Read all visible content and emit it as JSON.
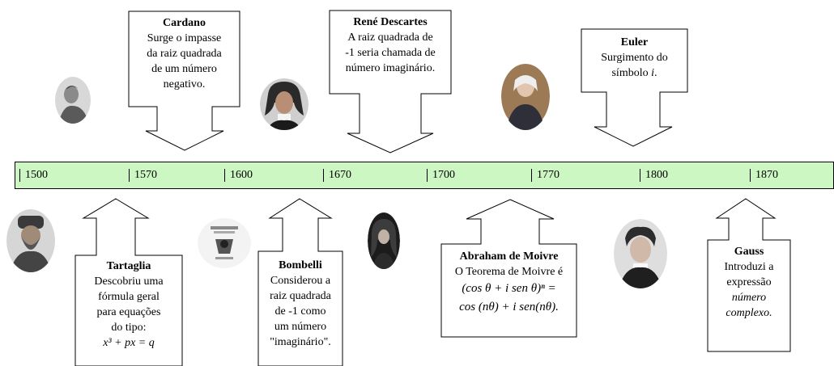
{
  "timeline": {
    "years": [
      "1500",
      "1570",
      "1600",
      "1670",
      "1700",
      "1770",
      "1800",
      "1870"
    ]
  },
  "callouts": {
    "cardano": {
      "title": "Cardano",
      "lines": [
        "Surge o impasse",
        "da raiz quadrada",
        "de um número",
        "negativo."
      ]
    },
    "descartes": {
      "title": "René Descartes",
      "lines": [
        "A raiz quadrada de",
        "-1 seria chamada de",
        "número imaginário."
      ]
    },
    "euler": {
      "title": "Euler",
      "line1": "Surgimento do",
      "line2_prefix": "símbolo ",
      "line2_symbol": "i",
      "line2_suffix": "."
    },
    "tartaglia": {
      "title": "Tartaglia",
      "lines": [
        "Descobriu uma",
        "fórmula geral",
        "para equações",
        "do tipo:"
      ],
      "formula": "x³ + px  =  q"
    },
    "bombelli": {
      "title": "Bombelli",
      "lines": [
        "Considerou a",
        "raiz quadrada",
        "de -1 como",
        "um número",
        "\"imaginário\"."
      ]
    },
    "moivre": {
      "title": "Abraham de Moivre",
      "line1": "O Teorema de Moivre é",
      "formula1": "(cos θ + i sen θ)ⁿ =",
      "formula2": "cos (nθ) + i sen(nθ)."
    },
    "gauss": {
      "title": "Gauss",
      "lines": [
        "Introduzi a",
        "expressão"
      ],
      "italic": [
        "número",
        "complexo."
      ]
    }
  }
}
